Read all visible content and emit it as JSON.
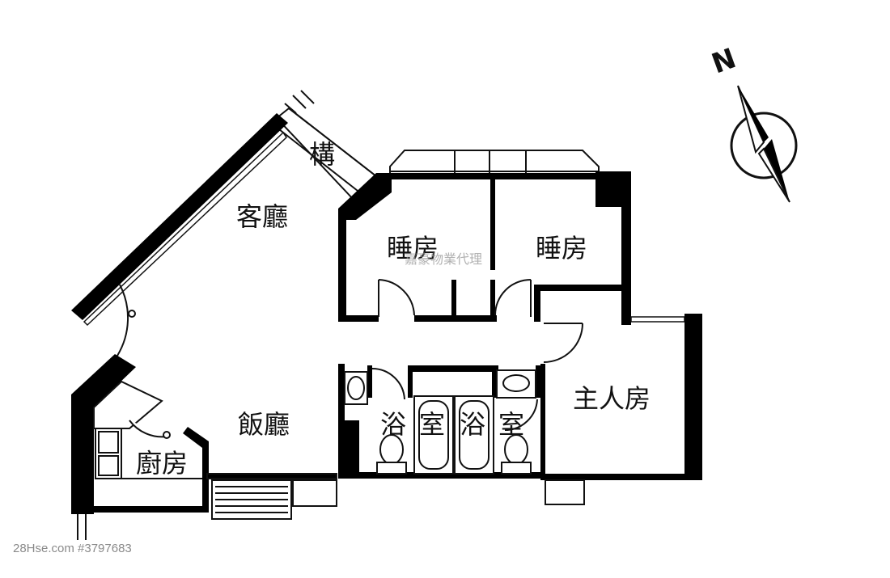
{
  "rooms": {
    "living": "客廳",
    "bay": "構",
    "bedroom_1": "睡房",
    "bedroom_2": "睡房",
    "dining": "飯廳",
    "kitchen": "廚房",
    "bath_1_a": "浴",
    "bath_1_b": "室",
    "bath_2_a": "浴",
    "bath_2_b": "室",
    "master": "主人房"
  },
  "compass": {
    "north_letter": "N"
  },
  "watermark": "嘉豪物業代理",
  "caption": "28Hse.com #3797683",
  "colors": {
    "wall": "#000000",
    "line": "#111111",
    "background": "#ffffff"
  }
}
